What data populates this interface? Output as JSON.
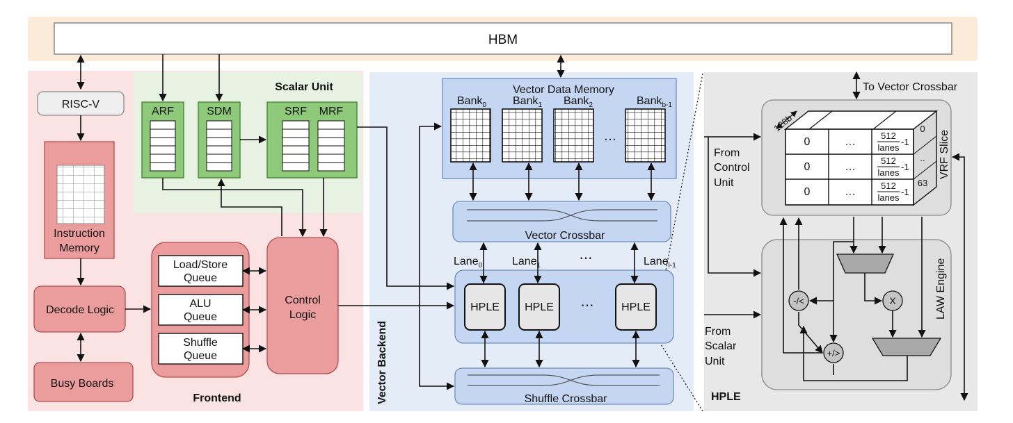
{
  "hbm": "HBM",
  "riscv": "RISC-V",
  "instruction_memory": [
    "Instruction",
    "Memory"
  ],
  "decode_logic": "Decode Logic",
  "busy_boards": "Busy Boards",
  "frontend": {
    "title": "Frontend",
    "queues": [
      [
        "Load/Store",
        "Queue"
      ],
      [
        "ALU",
        "Queue"
      ],
      [
        "Shuffle",
        "Queue"
      ]
    ]
  },
  "control_logic": [
    "Control",
    "Logic"
  ],
  "scalar_unit": {
    "title": "Scalar Unit",
    "arf": "ARF",
    "sdm": "SDM",
    "srf": "SRF",
    "mrf": "MRF"
  },
  "vector_backend": {
    "title": "Vector Backend",
    "vdm_title": "Vector Data Memory",
    "banks": [
      {
        "base": "Bank",
        "sub": "0"
      },
      {
        "base": "Bank",
        "sub": "1"
      },
      {
        "base": "Bank",
        "sub": "2"
      },
      {
        "base": "Bank",
        "sub": "b-1"
      }
    ],
    "ellipsis": "…",
    "dots": "⋯",
    "vector_crossbar": "Vector Crossbar",
    "lanes": [
      {
        "base": "Lane",
        "sub": "0"
      },
      {
        "base": "Lane",
        "sub": "1"
      },
      {
        "base": "Lane",
        "sub": "l-1"
      }
    ],
    "hple": "HPLE",
    "shuffle_crossbar": "Shuffle Crossbar"
  },
  "hple_detail": {
    "title": "HPLE",
    "to_vector_crossbar": "To Vector Crossbar",
    "from_control_unit": [
      "From",
      "Control",
      "Unit"
    ],
    "from_scalar_unit": [
      "From",
      "Scalar",
      "Unit"
    ],
    "width_label": "128b",
    "vrf_slice": "VRF Slice",
    "law_engine": "LAW Engine",
    "row_zero": "0",
    "row_ellipsis": "…",
    "frac_numerator": "512",
    "frac_denominator": "lanes",
    "frac_suffix": "-1",
    "side_labels": [
      "0",
      "..",
      "63"
    ],
    "ops": {
      "lt": "-/<",
      "mul": "X",
      "add": "+/>"
    }
  },
  "colors": {
    "hbm_band": "#fcebd9",
    "frontend_bg": "#fbe3e4",
    "scalar_bg": "#e8f2e2",
    "backend_bg": "#e3ecf7",
    "hple_bg": "#e8e8e8",
    "red_box": "#eb9c9c",
    "red_border": "#b24e4e",
    "green_box": "#8ec97a",
    "green_border": "#3f7d30",
    "blue_box": "#c4d6f2",
    "blue_border": "#6f8cbd",
    "gray_box": "#e3e3e3",
    "gray_border": "#888888"
  }
}
